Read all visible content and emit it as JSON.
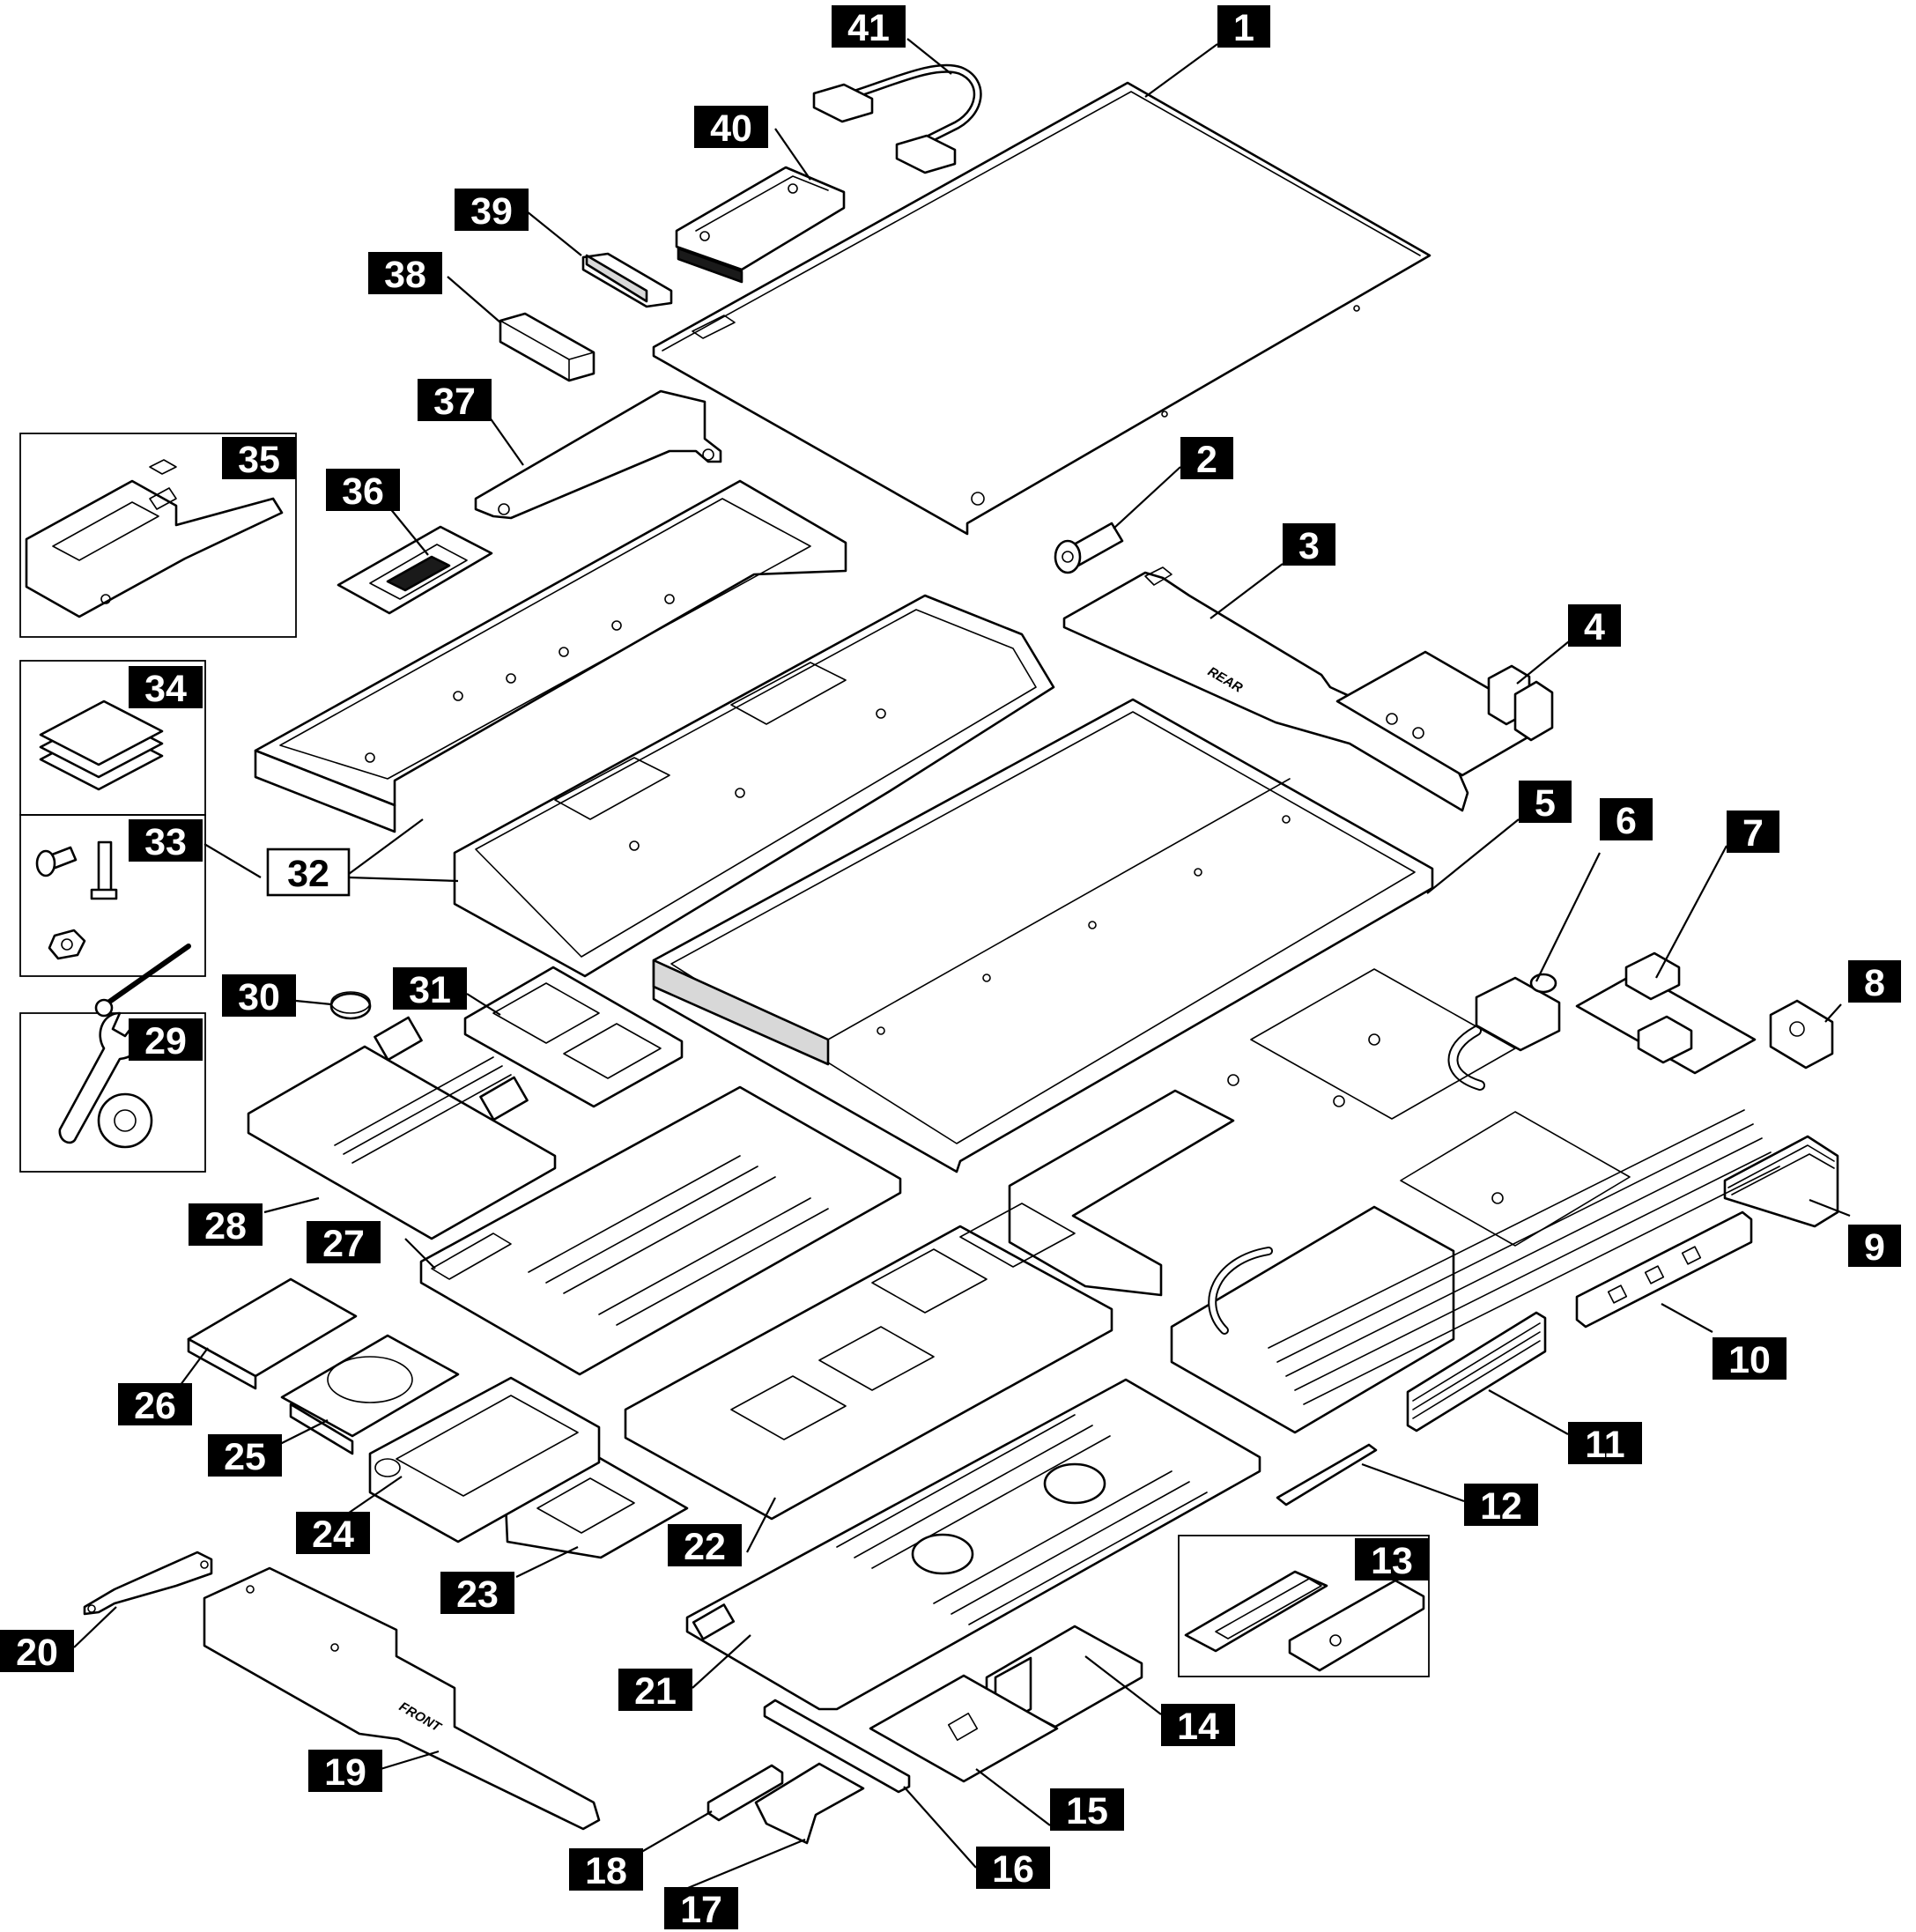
{
  "diagram": {
    "callouts": [
      "1",
      "2",
      "3",
      "4",
      "5",
      "6",
      "7",
      "8",
      "9",
      "10",
      "11",
      "12",
      "13",
      "14",
      "15",
      "16",
      "17",
      "18",
      "19",
      "20",
      "21",
      "22",
      "23",
      "24",
      "25",
      "26",
      "27",
      "28",
      "29",
      "30",
      "31",
      "32",
      "33",
      "34",
      "35",
      "36",
      "37",
      "38",
      "39",
      "40",
      "41"
    ],
    "engraved_labels": {
      "rear": "REAR",
      "front": "FRONT"
    }
  }
}
